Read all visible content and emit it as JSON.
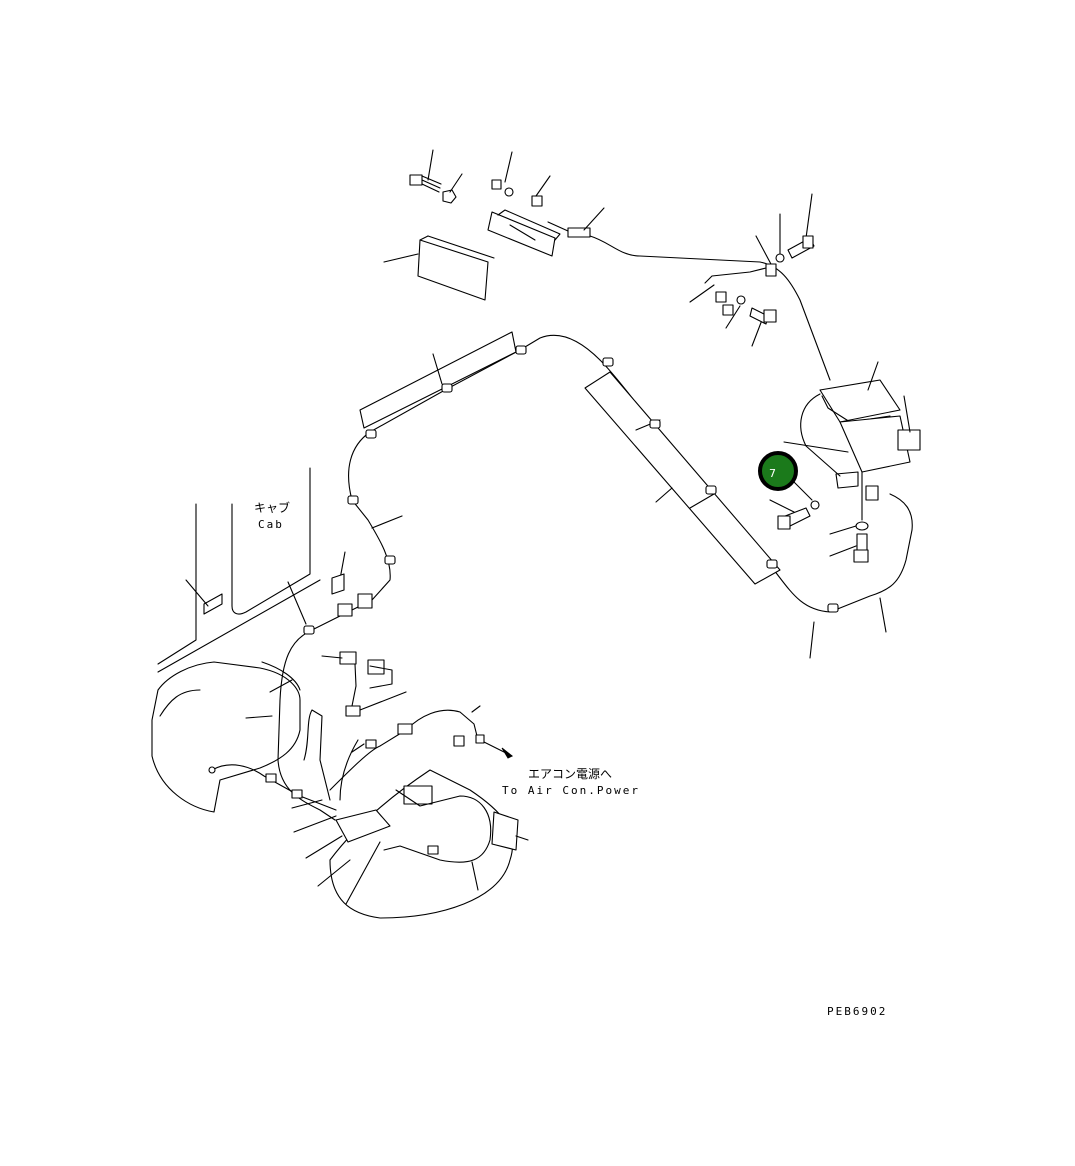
{
  "labels": {
    "cab_jp": "キャブ",
    "cab_en": "Cab",
    "aircon_jp": "エアコン電源へ",
    "aircon_en": "To Air Con.Power",
    "drawing_code": "PEB6902"
  },
  "callouts": [
    {
      "number": "7",
      "color": "#1b7a1b"
    }
  ]
}
